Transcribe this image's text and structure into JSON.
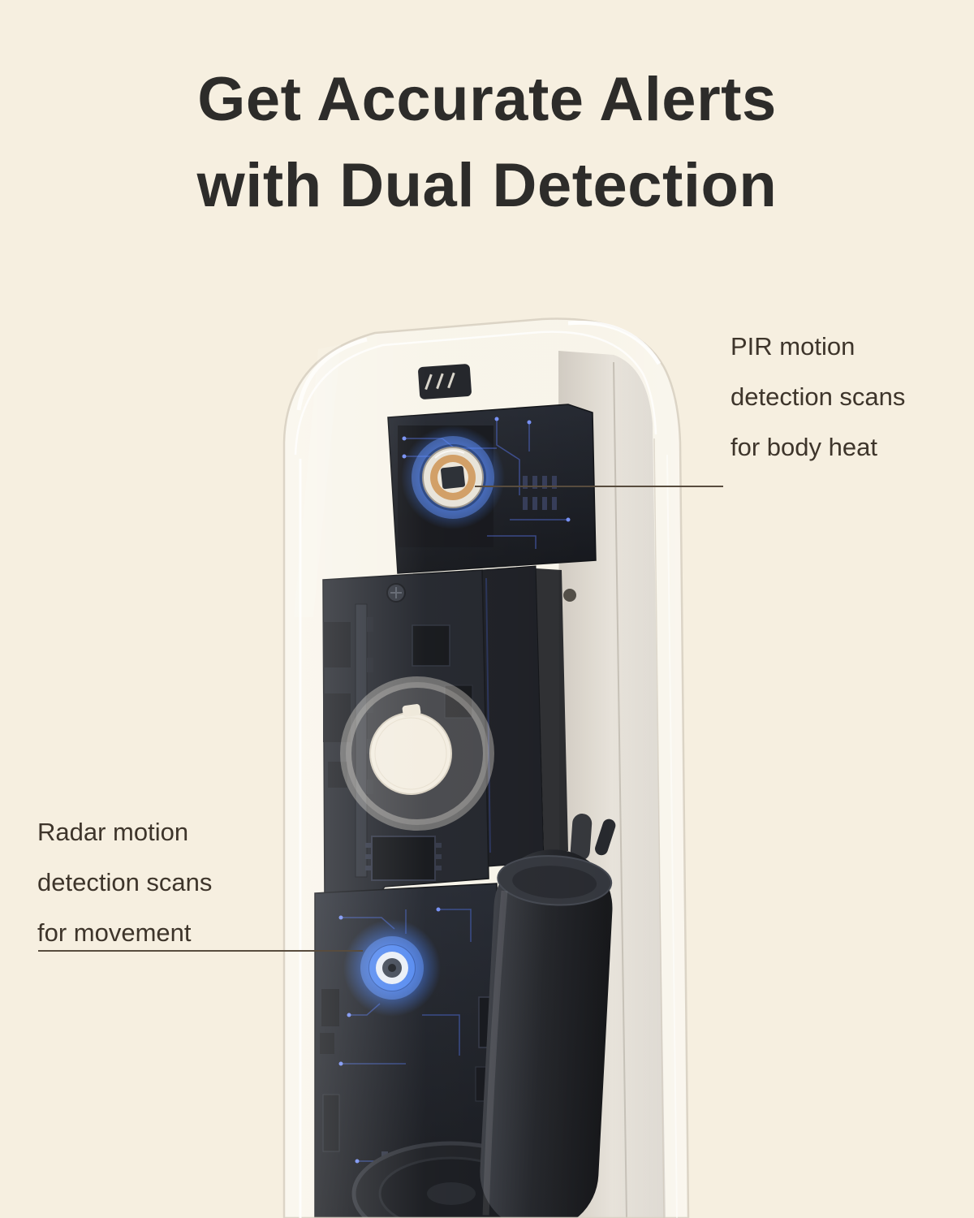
{
  "colors": {
    "background": "#f6efe0",
    "title_text": "#2d2c2a",
    "callout_text": "#3e352b",
    "leader_line": "#584c3e",
    "glow_blue": "#3f7dff"
  },
  "title": {
    "line1": "Get Accurate Alerts",
    "line2": "with Dual Detection"
  },
  "callouts": {
    "pir": {
      "lines": [
        "PIR motion",
        "detection scans",
        "for body heat"
      ]
    },
    "radar": {
      "lines": [
        "Radar motion",
        "detection scans",
        "for movement"
      ]
    }
  }
}
